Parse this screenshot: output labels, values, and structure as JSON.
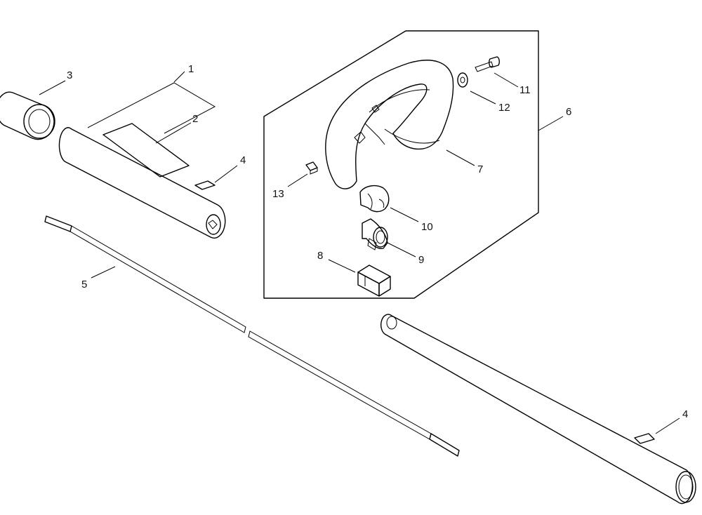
{
  "diagram": {
    "type": "exploded-parts-view",
    "callouts": {
      "c1": "1",
      "c2": "2",
      "c3": "3",
      "c4a": "4",
      "c4b": "4",
      "c5": "5",
      "c6": "6",
      "c7": "7",
      "c8": "8",
      "c9": "9",
      "c10": "10",
      "c11": "11",
      "c12": "12",
      "c13": "13"
    }
  }
}
